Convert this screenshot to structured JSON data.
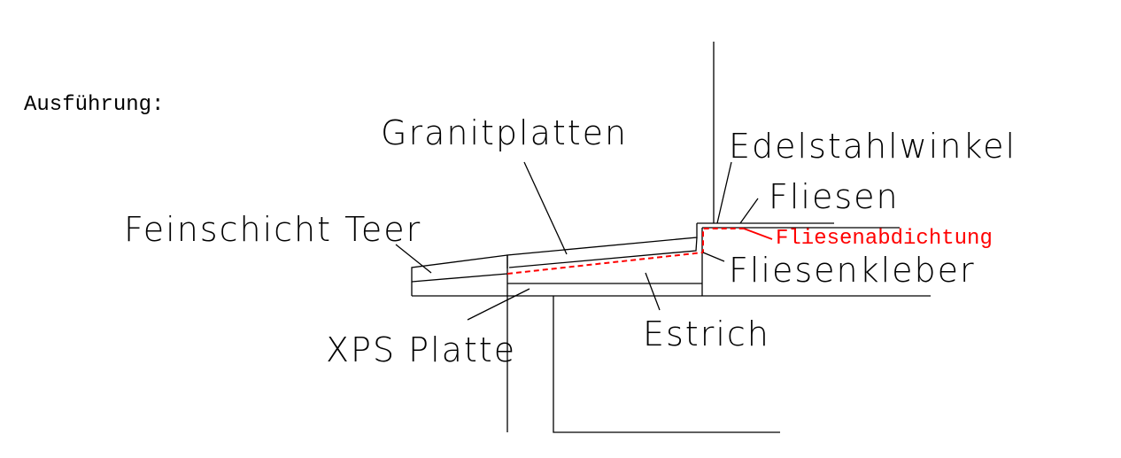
{
  "heading": "Ausführung:",
  "labels": {
    "granitplatten": "Granitplatten",
    "edelstahlwinkel": "Edelstahlwinkel",
    "fliesen": "Fliesen",
    "fliesenabdichtung": "Fliesenabdichtung",
    "fliesenkleber": "Fliesenkleber",
    "feinschicht_teer": "Feinschicht Teer",
    "xps_platte": "XPS Platte",
    "estrich": "Estrich"
  },
  "colors": {
    "line": "#000000",
    "sealing": "#ff0000"
  }
}
